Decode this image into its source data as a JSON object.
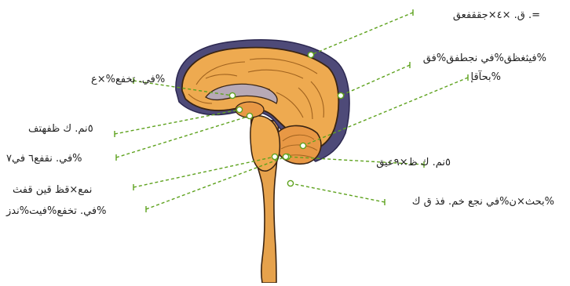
{
  "colors": {
    "outer_membrane": "#4e4a78",
    "cortex": "#e2953e",
    "brain_fill": "#eeaa50",
    "outline": "#3a2412",
    "leader": "#5ea21e",
    "inner_gray": "#b7a9b6"
  },
  "labels": [
    {
      "id": "l1",
      "text": "=. ق. ×٤×جققفعق"
    },
    {
      "id": "l2",
      "text": "%فيثغظق%في نجطفق%فق"
    },
    {
      "id": "l3",
      "text": "%بحآقإ"
    },
    {
      "id": "l4",
      "text": "٥نم. ك ظ×٩عيق"
    },
    {
      "id": "l5",
      "text": "%بحث×ن%في نجع خم. فذ ق ك"
    },
    {
      "id": "l6",
      "text": "%في. تخفع%×ع"
    },
    {
      "id": "l7",
      "text": "٥نم. ك ظفهتف"
    },
    {
      "id": "l8",
      "text": "%في. نقفع٦ في٧"
    },
    {
      "id": "l9",
      "text": "نمع×قظ قين قفث"
    },
    {
      "id": "l10",
      "text": "%في. تخفع%فيت%ندز"
    }
  ]
}
